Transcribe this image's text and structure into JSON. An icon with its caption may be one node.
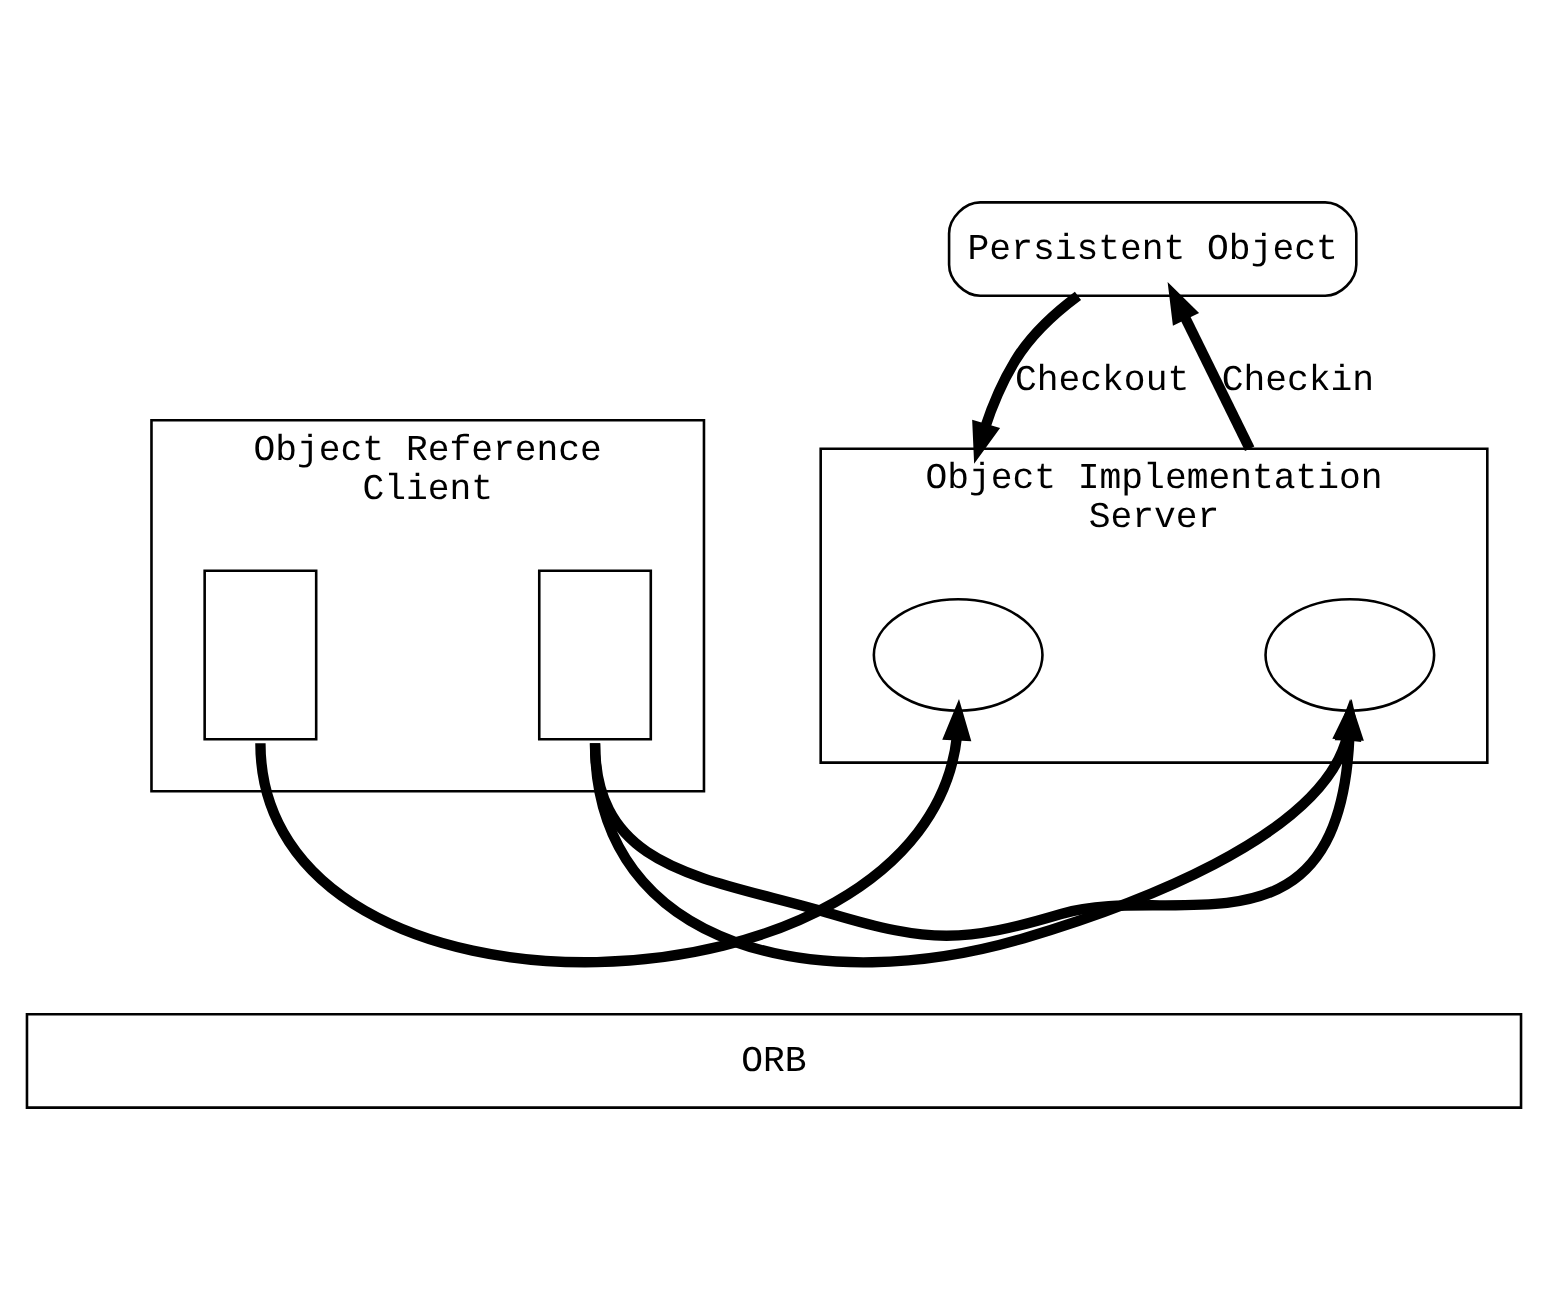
{
  "diagram": {
    "nodes": [
      {
        "text": [
          "Persistent Object"
        ]
      },
      {
        "text": [
          "Object Reference",
          "Client"
        ]
      },
      {
        "text": [],
        "shape": "box",
        "in": 1
      },
      {
        "text": [],
        "shape": "box",
        "in": 1
      },
      {
        "text": [
          "Object Implementation",
          "Server"
        ]
      },
      {
        "text": [],
        "shape": "ellipse",
        "in": 4
      },
      {
        "text": [],
        "shape": "ellipse",
        "in": 4
      },
      {
        "text": [
          "ORB"
        ]
      }
    ],
    "edges": [
      {
        "from": 0,
        "to": 4,
        "arrow": "to",
        "label": "Checkout"
      },
      {
        "from": 4,
        "to": 0,
        "arrow": "to",
        "label": "Checkin"
      },
      {
        "from": 2,
        "to": 5,
        "arrow": "to"
      },
      {
        "from": 3,
        "to": 6,
        "arrow": "to"
      }
    ]
  }
}
